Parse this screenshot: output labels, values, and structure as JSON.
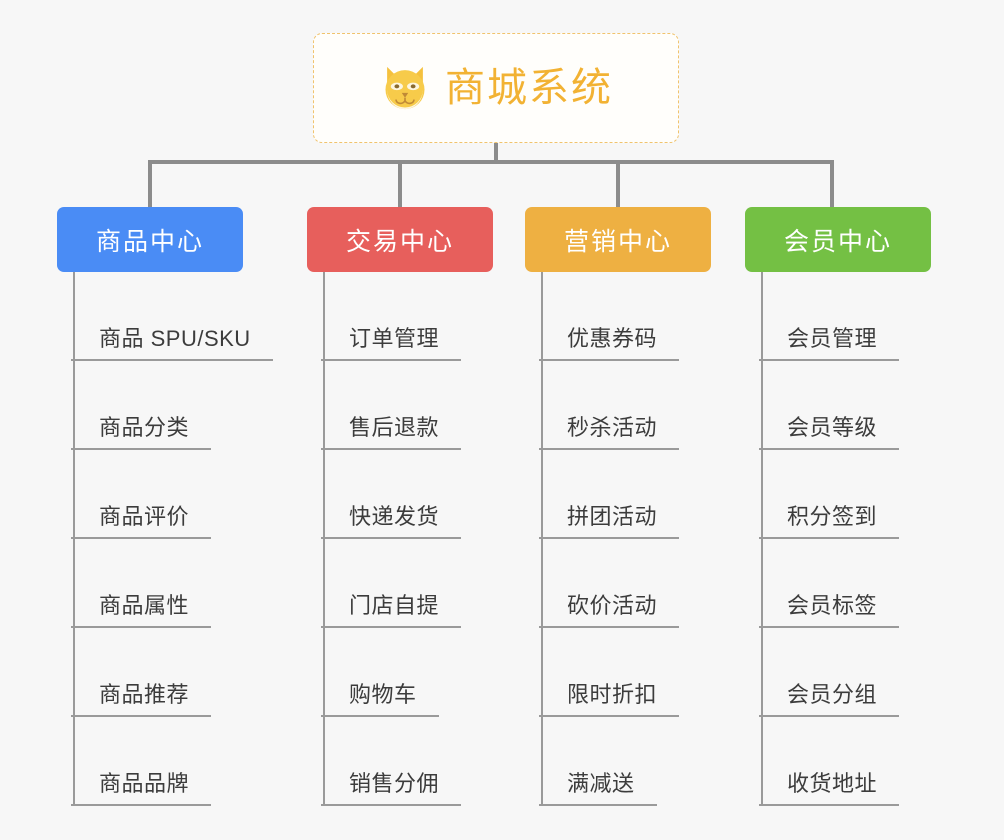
{
  "diagram": {
    "type": "mind-map",
    "title": "商城系统",
    "root": {
      "label": "商城系统",
      "icon": "shiba-dog-emoji",
      "text_color": "#f2b233",
      "border_color": "#f0c36d",
      "background": "#fffefb"
    },
    "canvas_background": "#f7f7f7",
    "connector_color": "#8c8c8c",
    "branches": [
      {
        "label": "商品中心",
        "color": "#4a8cf5",
        "items": [
          "商品 SPU/SKU",
          "商品分类",
          "商品评价",
          "商品属性",
          "商品推荐",
          "商品品牌"
        ]
      },
      {
        "label": "交易中心",
        "color": "#e75f5c",
        "items": [
          "订单管理",
          "售后退款",
          "快递发货",
          "门店自提",
          "购物车",
          "销售分佣"
        ]
      },
      {
        "label": "营销中心",
        "color": "#eeb042",
        "items": [
          "优惠券码",
          "秒杀活动",
          "拼团活动",
          "砍价活动",
          "限时折扣",
          "满减送"
        ]
      },
      {
        "label": "会员中心",
        "color": "#74c044",
        "items": [
          "会员管理",
          "会员等级",
          "积分签到",
          "会员标签",
          "会员分组",
          "收货地址"
        ]
      }
    ]
  }
}
